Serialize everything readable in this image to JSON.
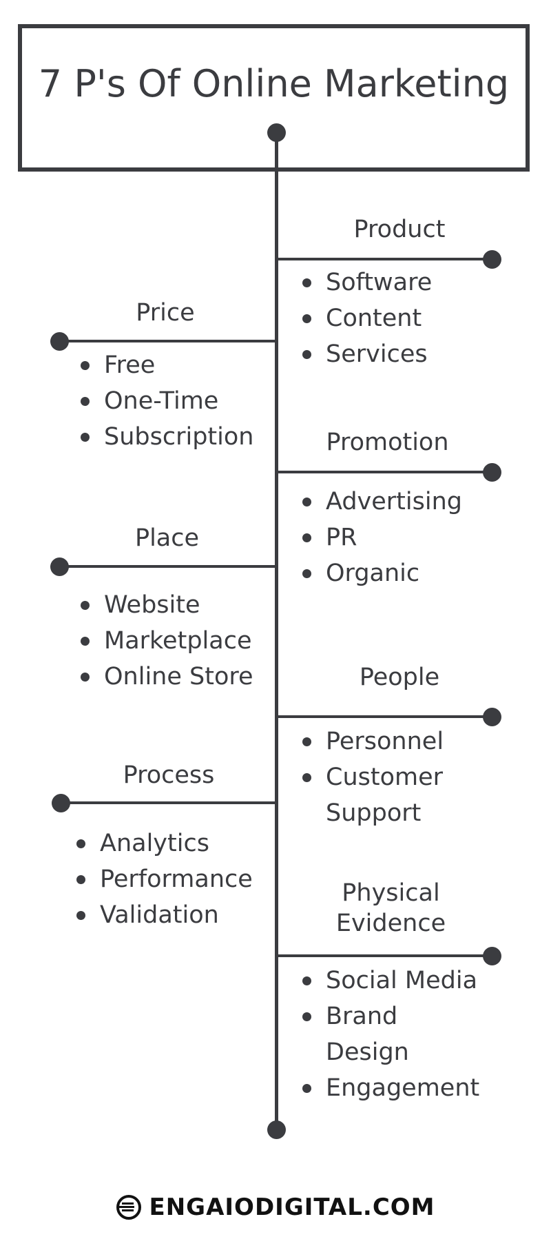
{
  "title": "7 P's Of Online Marketing",
  "colors": {
    "line": "#3b3c40",
    "text": "#3b3c40",
    "background": "#ffffff"
  },
  "sections": [
    {
      "heading": "Product",
      "items": [
        "Software",
        "Content",
        "Services"
      ]
    },
    {
      "heading": "Price",
      "items": [
        "Free",
        "One-Time",
        "Subscription"
      ]
    },
    {
      "heading": "Promotion",
      "items": [
        "Advertising",
        "PR",
        "Organic"
      ]
    },
    {
      "heading": "Place",
      "items": [
        "Website",
        "Marketplace",
        "Online Store"
      ]
    },
    {
      "heading": "People",
      "items": [
        "Personnel",
        "Customer",
        "Support"
      ]
    },
    {
      "heading": "Process",
      "items": [
        "Analytics",
        "Performance",
        "Validation"
      ]
    },
    {
      "heading_lines": [
        "Physical",
        "Evidence"
      ],
      "items": [
        "Social Media",
        "Brand",
        "Design",
        "Engagement"
      ]
    }
  ],
  "footer": {
    "brand": "ENGAIODIGITAL.COM",
    "icon": "engaio-logo-icon"
  }
}
